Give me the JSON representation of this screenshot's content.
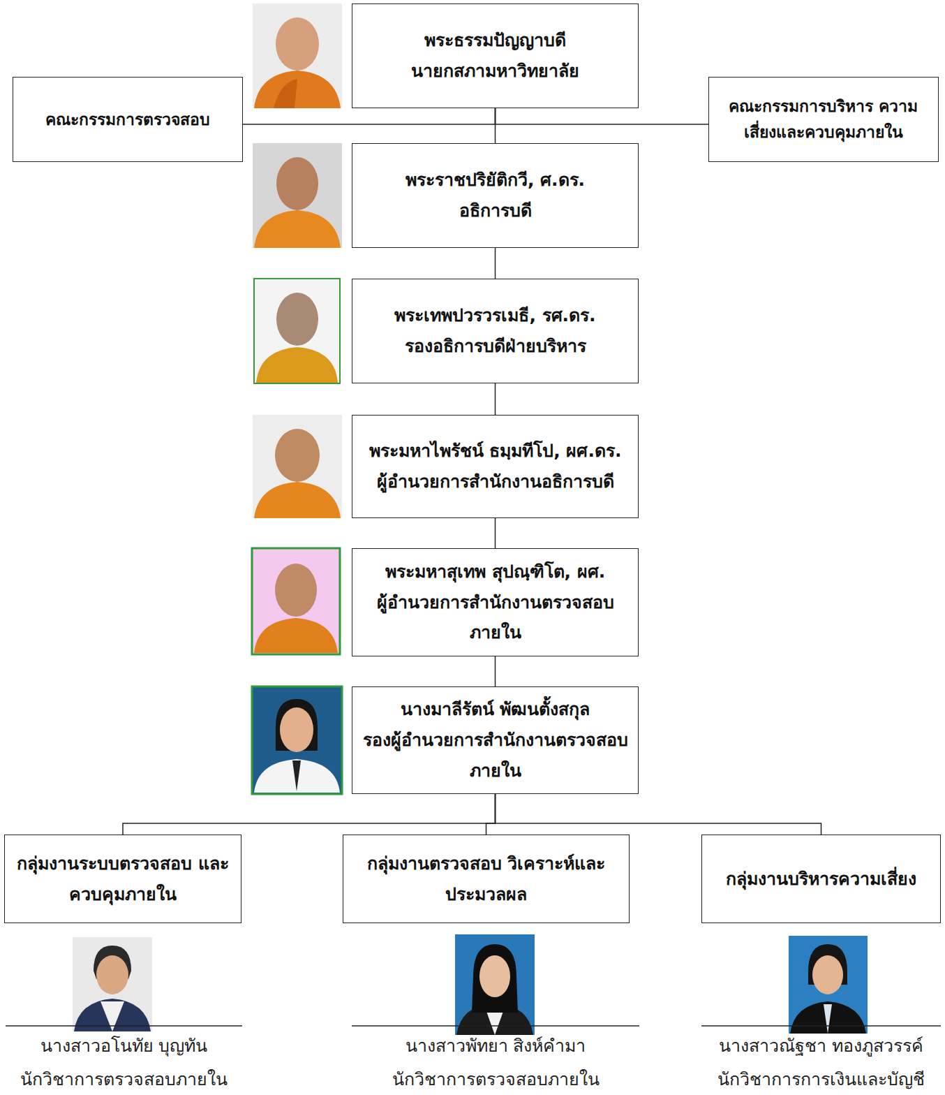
{
  "diagram": {
    "nodes": [
      {
        "text": [
          "พระธรรมปัญญาบดี",
          "นายกสภามหาวิทยาลัย"
        ]
      },
      {
        "text": [
          "คณะกรรมการตรวจสอบ"
        ]
      },
      {
        "text": [
          "คณะกรรมการบริหาร ความเสี่ยงและควบคุมภายใน"
        ]
      },
      {
        "text": [
          "พระราชปริยัติกวี, ศ.ดร.",
          "อธิการบดี"
        ]
      },
      {
        "text": [
          "พระเทพปวรวรเมธี, รศ.ดร.",
          "รองอธิการบดีฝ่ายบริหาร"
        ]
      },
      {
        "text": [
          "พระมหาไพรัชน์ ธมฺมทีโป, ผศ.ดร.",
          "ผู้อำนวยการสำนักงานอธิการบดี"
        ]
      },
      {
        "text": [
          "พระมหาสุเทพ สุปณฺฑิโต, ผศ.",
          "ผู้อำนวยการสำนักงานตรวจสอบภายใน"
        ]
      },
      {
        "text": [
          "นางมาลีรัตน์ พัฒนตั้งสกุล",
          "รองผู้อำนวยการสำนักงานตรวจสอบภายใน"
        ]
      },
      {
        "text": [
          "กลุ่มงานระบบตรวจสอบ และควบคุมภายใน"
        ]
      },
      {
        "text": [
          "กลุ่มงานตรวจสอบ วิเคราะห์และประมวลผล"
        ]
      },
      {
        "text": [
          "กลุ่มงานบริหารความเสี่ยง"
        ]
      }
    ],
    "edges": [
      {
        "from": 0,
        "to": 1,
        "arrow": "none"
      },
      {
        "from": 0,
        "to": 2,
        "arrow": "none"
      },
      {
        "from": 0,
        "to": 3,
        "arrow": "none"
      },
      {
        "from": 3,
        "to": 4,
        "arrow": "none"
      },
      {
        "from": 4,
        "to": 5,
        "arrow": "none"
      },
      {
        "from": 5,
        "to": 6,
        "arrow": "none"
      },
      {
        "from": 6,
        "to": 7,
        "arrow": "none"
      },
      {
        "from": 7,
        "to": 8,
        "arrow": "none"
      },
      {
        "from": 7,
        "to": 9,
        "arrow": "none"
      },
      {
        "from": 7,
        "to": 10,
        "arrow": "none"
      }
    ],
    "labels": [
      "นางสาวอโนทัย บุญทัน",
      "นักวิชาการตรวจสอบภายใน",
      "นางสาวพัทยา สิงห์คำมา",
      "นักวิชาการตรวจสอบภายใน",
      "นางสาวณัฐชา ทองภูสวรรค์",
      "นักวิชาการการเงินและบัญชี"
    ]
  }
}
